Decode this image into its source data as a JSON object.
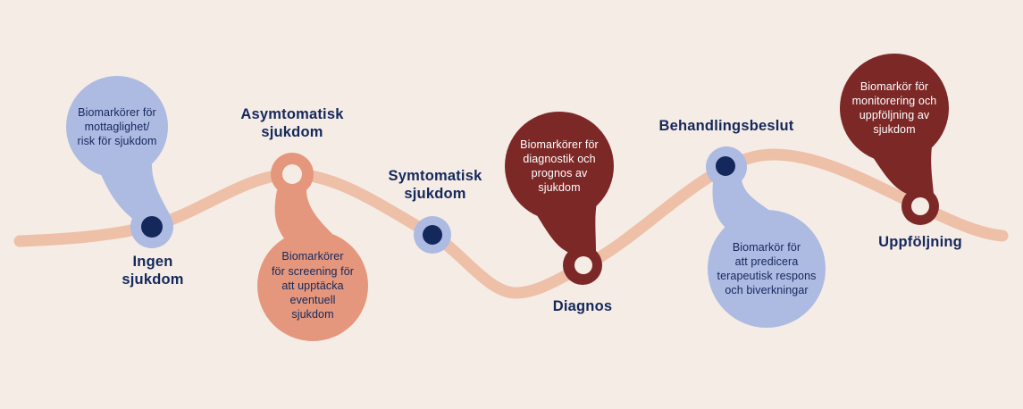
{
  "figure": {
    "type": "disease-biomarker-timeline",
    "language": "sv",
    "colors": {
      "background": "#f5ece5",
      "wave_line": "#eec0a8",
      "navy": "#14285c",
      "light_blue": "#adbae2",
      "salmon": "#e4977c",
      "maroon": "#7c2827",
      "hole_cream": "#f5ece5",
      "balloon_text_on_dark": "#ffffff"
    },
    "stages": [
      {
        "id": "ingen-sjukdom",
        "label": "Ingen\nsjukdom",
        "balloon": "Biomarkörer för\nmottaglighet/\nrisk för sjukdom",
        "balloon_color": "light_blue",
        "balloon_side": "above-line",
        "marker": "blue-circle-navy-dot"
      },
      {
        "id": "asymtomatisk-sjukdom",
        "label": "Asymtomatisk\nsjukdom",
        "balloon": "Biomarkörer\nför screening för\natt upptäcka\neventuell\nsjukdom",
        "balloon_color": "salmon",
        "balloon_side": "below-line",
        "marker": "salmon-ring"
      },
      {
        "id": "symtomatisk-sjukdom",
        "label": "Symtomatisk\nsjukdom",
        "balloon_color": "none",
        "balloon_side": "none",
        "marker": "blue-circle-navy-dot"
      },
      {
        "id": "diagnos",
        "label": "Diagnos",
        "balloon": "Biomarkörer för\ndiagnostik och\nprognos av\nsjukdom",
        "balloon_color": "maroon",
        "balloon_side": "above-line",
        "marker": "maroon-ring"
      },
      {
        "id": "behandlingsbeslut",
        "label": "Behandlingsbeslut",
        "balloon": "Biomarkör för\natt predicera\nterapeutisk respons\noch biverkningar",
        "balloon_color": "light_blue",
        "balloon_side": "below-line",
        "marker": "blue-circle-navy-dot"
      },
      {
        "id": "uppfoljning",
        "label": "Uppföljning",
        "balloon": "Biomarkör för\nmonitorering och\nuppföljning av\nsjukdom",
        "balloon_color": "maroon",
        "balloon_side": "above-line",
        "marker": "maroon-ring"
      }
    ]
  }
}
